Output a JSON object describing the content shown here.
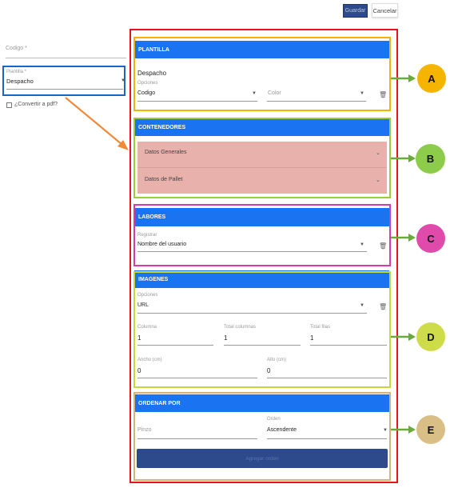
{
  "toolbar": {
    "save_label": "Guardar",
    "cancel_label": "Cancelar"
  },
  "left_panel": {
    "codigo_placeholder": "Codigo *",
    "plantilla_label": "Plantilla *",
    "plantilla_value": "Despacho",
    "pdf_label": "¿Convertir a pdf?"
  },
  "plantilla": {
    "header": "PLANTILLA",
    "name": "Despacho",
    "opciones_label": "Opciones",
    "opciones_value": "Codigo",
    "color_placeholder": "Color"
  },
  "contenedores": {
    "header": "CONTENEDORES",
    "items": [
      "Datos Generales",
      "Datos de Pallet"
    ]
  },
  "labores": {
    "header": "LABORES",
    "registrar_label": "Registrar",
    "registrar_value": "Nombre del usuario"
  },
  "imagenes": {
    "header": "IMAGENES",
    "opciones_label": "Opciones",
    "opciones_value": "URL",
    "columna_label": "Columna",
    "columna_value": "1",
    "total_columnas_label": "Total columnas",
    "total_columnas_value": "1",
    "total_filas_label": "Total filas",
    "total_filas_value": "1",
    "ancho_label": "Ancho (cm)",
    "ancho_value": "0",
    "alto_label": "Alto (cm)",
    "alto_value": "0"
  },
  "ordenar": {
    "header": "ORDENAR POR",
    "campo_placeholder": "Pinzo",
    "orden_label": "Orden",
    "orden_value": "Ascendente",
    "add_button": "Agregar orden"
  },
  "callouts": [
    "A",
    "B",
    "C",
    "D",
    "E"
  ],
  "colors": {
    "header_blue": "#1a73f0",
    "outline_red": "#e8141c",
    "outline_yellow": "#f2b400",
    "outline_green": "#9acd3a",
    "outline_magenta": "#d63ca8",
    "outline_lime": "#c6d93a",
    "outline_tan": "#d2b37a",
    "outline_blue": "#1d64c8",
    "arrow_orange": "#ee8a3a",
    "arrow_green": "#6aaa3c"
  }
}
